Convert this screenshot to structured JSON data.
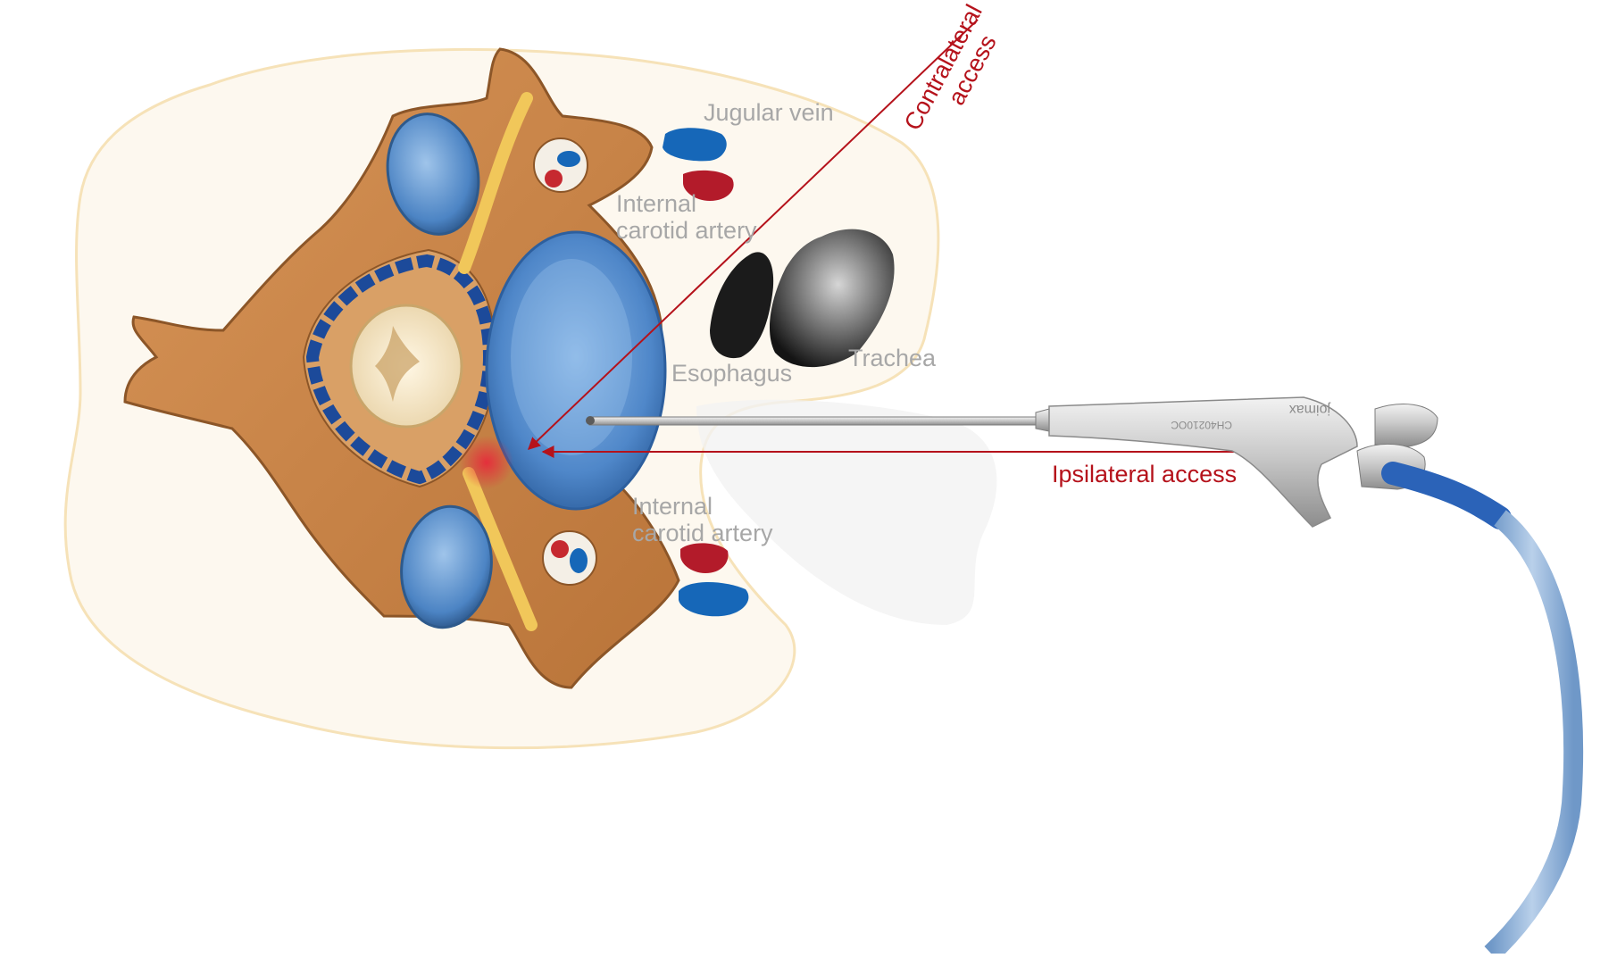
{
  "labels": {
    "jugular_vein": "Jugular vein",
    "internal_carotid_top_line1": "Internal",
    "internal_carotid_top_line2": "carotid artery",
    "internal_carotid_bottom_line1": "Internal",
    "internal_carotid_bottom_line2": "carotid artery",
    "esophagus": "Esophagus",
    "trachea": "Trachea",
    "contralateral_line1": "Contralateral",
    "contralateral_line2": "access",
    "ipsilateral": "Ipsilateral access"
  },
  "instrument": {
    "engraving_model": "CH40210OC",
    "engraving_brand": "joimax"
  },
  "colors": {
    "access_lines": "#b5121b",
    "label_gray": "#a7a7a7",
    "vein": "#1667b8",
    "artery": "#b31b2a",
    "neck_outline": "#f9e8c4",
    "neck_fill": "#fdf8ef",
    "disc": "#5b93d2",
    "bone": "#c88549",
    "hose": "#8fb3da",
    "hose_band": "#2b63b8"
  }
}
